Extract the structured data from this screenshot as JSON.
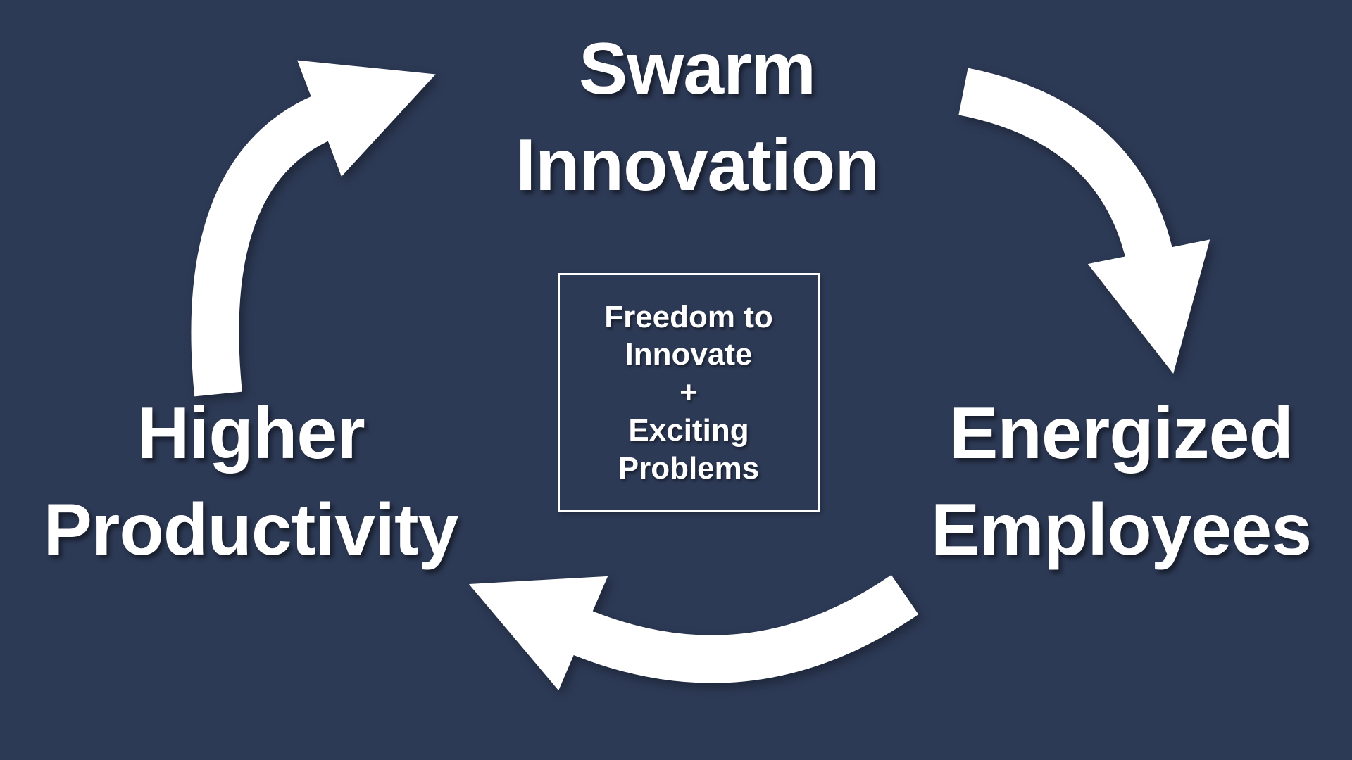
{
  "background_color": "#2d3a56",
  "text_color": "#ffffff",
  "diagram": {
    "type": "cycle",
    "nodes": [
      {
        "id": "swarm-innovation",
        "label": "Swarm Innovation",
        "lines": [
          "Swarm",
          "Innovation"
        ],
        "position": "top"
      },
      {
        "id": "energized-employees",
        "label": "Energized Employees",
        "lines": [
          "Energized",
          "Employees"
        ],
        "position": "right"
      },
      {
        "id": "higher-productivity",
        "label": "Higher Productivity",
        "lines": [
          "Higher",
          "Productivity"
        ],
        "position": "left"
      }
    ],
    "center_box": {
      "lines": [
        "Freedom to Innovate",
        "+",
        "Exciting Problems"
      ]
    },
    "arrows": [
      {
        "id": "arrow-productivity-to-innovation",
        "from": "higher-productivity",
        "to": "swarm-innovation",
        "direction": "up-right"
      },
      {
        "id": "arrow-innovation-to-employees",
        "from": "swarm-innovation",
        "to": "energized-employees",
        "direction": "down"
      },
      {
        "id": "arrow-employees-to-productivity",
        "from": "energized-employees",
        "to": "higher-productivity",
        "direction": "left"
      }
    ]
  }
}
